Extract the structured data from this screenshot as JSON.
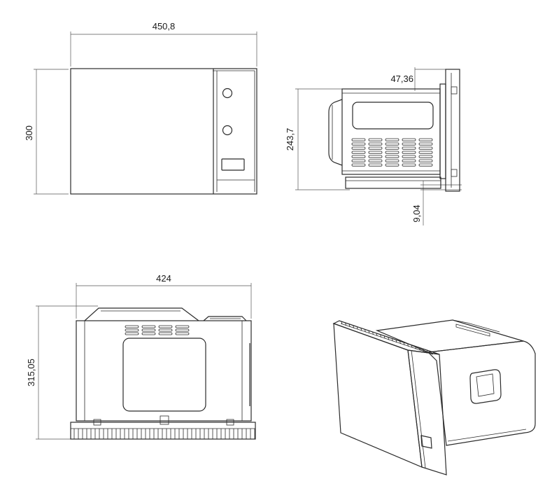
{
  "views": {
    "front": {
      "width_label": "450,8",
      "height_label": "300"
    },
    "side": {
      "trim_label": "47,36",
      "height_label": "243,7",
      "gap_label": "9,04"
    },
    "top": {
      "width_label": "424",
      "depth_label": "315,05"
    }
  },
  "colors": {
    "line": "#2b2b2b",
    "dimension": "#555555",
    "background": "#ffffff"
  }
}
